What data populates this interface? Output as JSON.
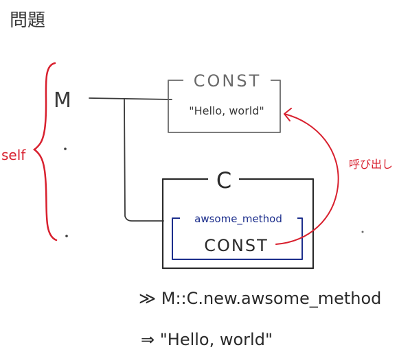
{
  "title": "問題",
  "scope_label": "self",
  "module_name": "M",
  "module_const_box": {
    "name": "CONST",
    "value": "\"Hello, world\""
  },
  "class_box": {
    "name": "C",
    "method_box": {
      "name": "awsome_method",
      "body": "CONST"
    }
  },
  "call_label": "呼び出し",
  "command_line": "≫ M::C.new.awsome_method",
  "result_line": "⇒ \"Hello, world\"",
  "colors": {
    "ink": "#3a3a3a",
    "red": "#d8202e",
    "blue": "#1c2e8c"
  }
}
